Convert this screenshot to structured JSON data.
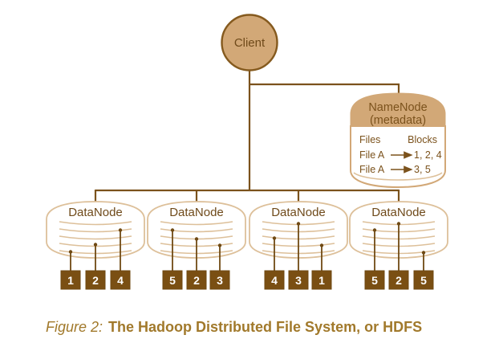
{
  "figure": {
    "client_label": "Client",
    "namenode": {
      "title": "NameNode",
      "subtitle": "(metadata)",
      "files_header": "Files",
      "blocks_header": "Blocks",
      "mappings": [
        {
          "file": "File A",
          "arrow": "long-right-arrow",
          "blocks": "1, 2, 4"
        },
        {
          "file": "File A",
          "arrow": "long-right-arrow",
          "blocks": "3, 5"
        }
      ]
    },
    "datanodes": [
      {
        "label": "DataNode",
        "blocks": [
          "1",
          "2",
          "4"
        ]
      },
      {
        "label": "DataNode",
        "blocks": [
          "5",
          "2",
          "3"
        ]
      },
      {
        "label": "DataNode",
        "blocks": [
          "4",
          "3",
          "1"
        ]
      },
      {
        "label": "DataNode",
        "blocks": [
          "5",
          "2",
          "5"
        ]
      }
    ],
    "caption_prefix": "Figure 2:",
    "caption_text": "The Hadoop Distributed File System, or HDFS"
  },
  "colors": {
    "tan_fill": "#d2a877",
    "dark_brown_line": "#7b521c",
    "light_tan_outline": "#ddc09a",
    "block_square": "#7a4f13",
    "block_number_text": "#ffffff",
    "caption_gold": "#a1792b",
    "background": "#ffffff"
  }
}
